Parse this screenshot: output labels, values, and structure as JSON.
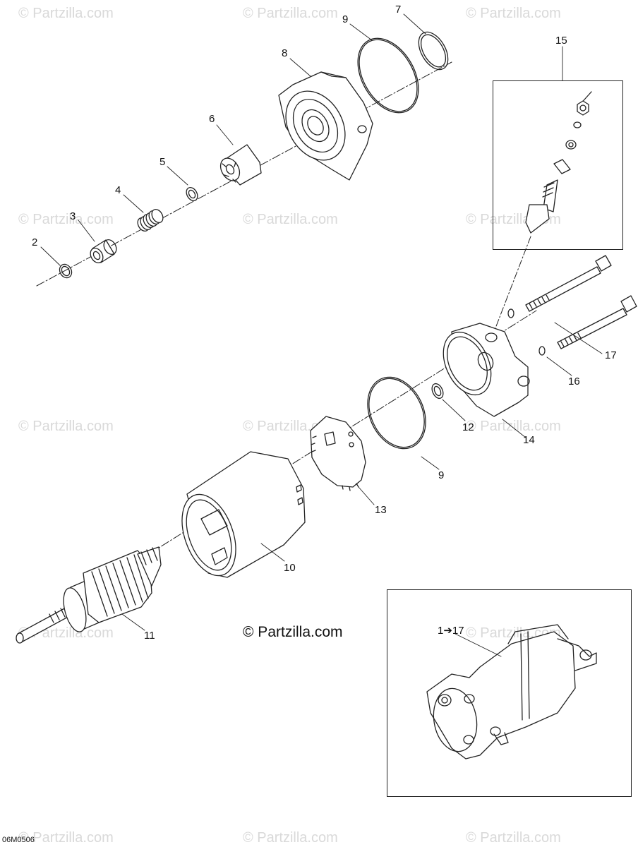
{
  "watermark": "© Partzilla.com",
  "copyright": "© Partzilla.com",
  "figure_code": "06M0506",
  "assembly_label": "1➔17",
  "callouts": [
    "2",
    "3",
    "4",
    "5",
    "6",
    "7",
    "8",
    "9",
    "9",
    "10",
    "11",
    "12",
    "13",
    "14",
    "15",
    "16",
    "17"
  ]
}
